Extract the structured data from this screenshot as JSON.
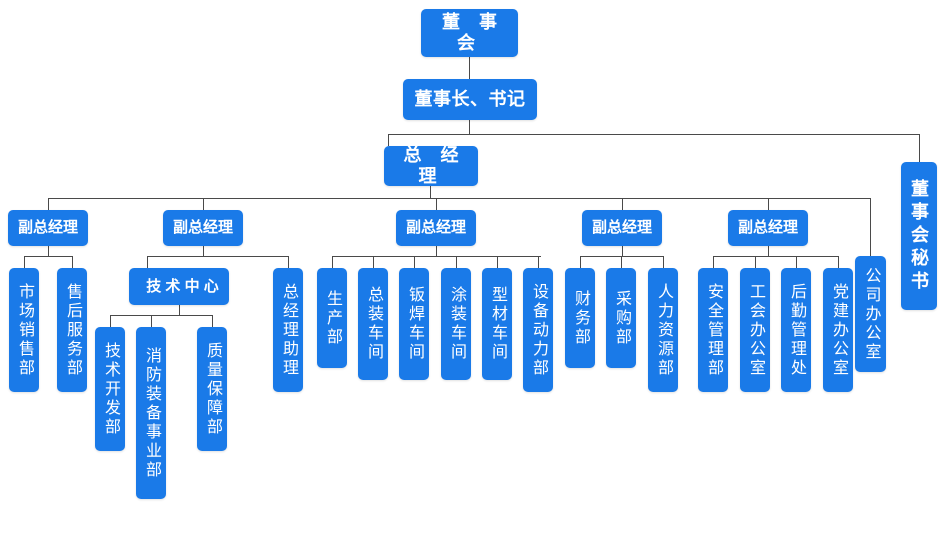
{
  "diagram": {
    "title": "公司组织架构图",
    "accent_color": "#1a7ae8",
    "line_color": "#4a4a4a",
    "background": "#ffffff",
    "orientation": "top-down"
  },
  "nodes": {
    "board": "董 事 会",
    "chairman": "董事长、书记",
    "general_manager": "总  经  理",
    "board_secretary": "董事会秘书",
    "company_office": "公司办公室",
    "deputy_gm_1": "副总经理",
    "deputy_gm_2": "副总经理",
    "deputy_gm_3": "副总经理",
    "deputy_gm_4": "副总经理",
    "deputy_gm_5": "副总经理",
    "gm_assistant": "总经理助理",
    "tech_center": "技 术 中 心",
    "market_sales": "市场销售部",
    "after_sales": "售后服务部",
    "tech_dev": "技术开发部",
    "fire_equipment": "消防装备事业部",
    "quality_assurance": "质量保障部",
    "production": "生产部",
    "assembly_shop": "总装车间",
    "welding_shop": "钣焊车间",
    "painting_shop": "涂装车间",
    "profile_shop": "型材车间",
    "equipment_power": "设备动力部",
    "finance": "财务部",
    "purchasing": "采购部",
    "human_resources": "人力资源部",
    "safety_management": "安全管理部",
    "union_office": "工会办公室",
    "logistics_management": "后勤管理处",
    "party_office": "党建办公室"
  }
}
